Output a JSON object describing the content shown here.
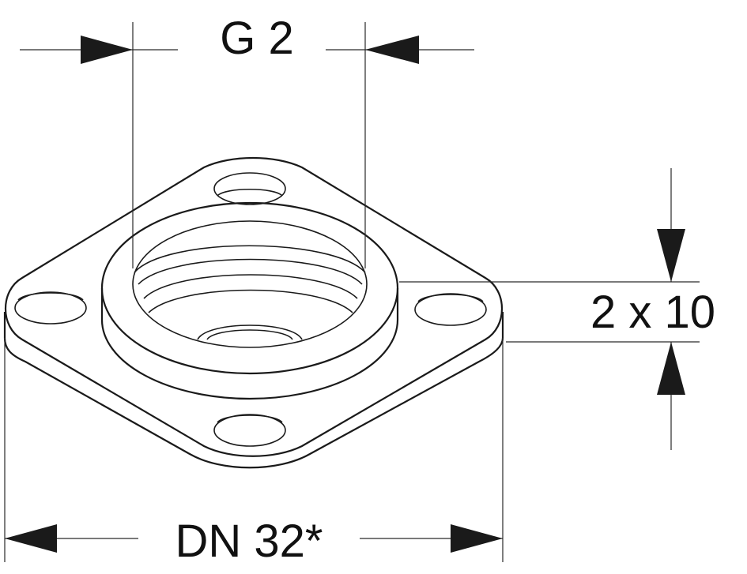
{
  "drawing": {
    "dimensions": {
      "thread_size": "G 2",
      "thickness": "2 x 10",
      "nominal_diameter": "DN 32*"
    }
  }
}
